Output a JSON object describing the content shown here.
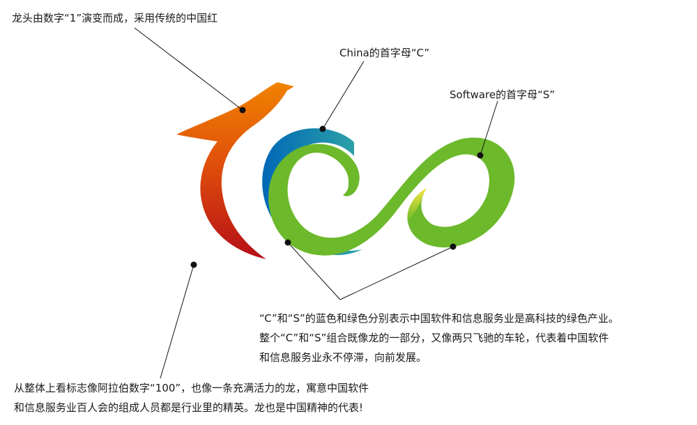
{
  "annotations": {
    "head_note": "龙头由数字“1”演变而成，采用传统的中国红",
    "c_note": "China的首字母“C”",
    "s_note": "Software的首字母“S”",
    "color_note": [
      "“C”和“S”的蓝色和绿色分别表示中国软件和信息服务业是高科技的绿色产业。",
      "整个“C”和“S”组合既像龙的一部分，又像两只飞驰的车轮，代表着中国软件",
      "和信息服务业永不停滞，向前发展。"
    ],
    "whole_note": [
      "从整体上看标志像阿拉伯数字“100”，也像一条充满活力的龙，寓意中国软件",
      "和信息服务业百人会的组成人员都是行业里的精英。龙也是中国精神的代表!"
    ]
  },
  "colors": {
    "dragon_red_top": "#ee7b00",
    "dragon_red_bottom": "#b50f18",
    "c_blue": "#0068b7",
    "c_teal": "#2aa79b",
    "s_green": "#6cb92b",
    "s_yellow": "#f4e43a",
    "leader_line": "#111111"
  }
}
